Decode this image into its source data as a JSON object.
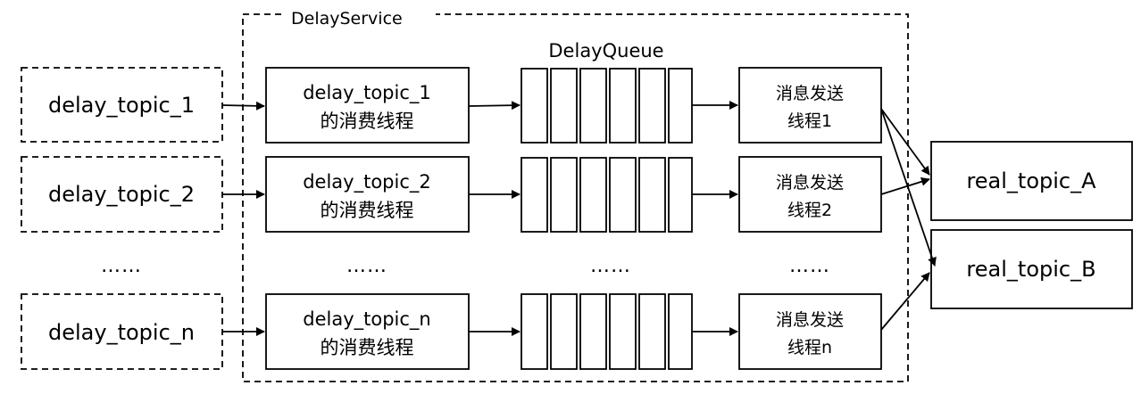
{
  "service": {
    "title": "DelayService"
  },
  "queue": {
    "title": "DelayQueue"
  },
  "inputs": [
    "delay_topic_1",
    "delay_topic_2",
    "delay_topic_n"
  ],
  "consumers": [
    {
      "line1": "delay_topic_1",
      "line2": "的消费线程"
    },
    {
      "line1": "delay_topic_2",
      "line2": "的消费线程"
    },
    {
      "line1": "delay_topic_n",
      "line2": "的消费线程"
    }
  ],
  "senders": [
    {
      "line1": "消息发送",
      "line2": "线程1"
    },
    {
      "line1": "消息发送",
      "line2": "线程2"
    },
    {
      "line1": "消息发送",
      "line2": "线程n"
    }
  ],
  "outputs": [
    "real_topic_A",
    "real_topic_B"
  ],
  "ellipsis": "……"
}
